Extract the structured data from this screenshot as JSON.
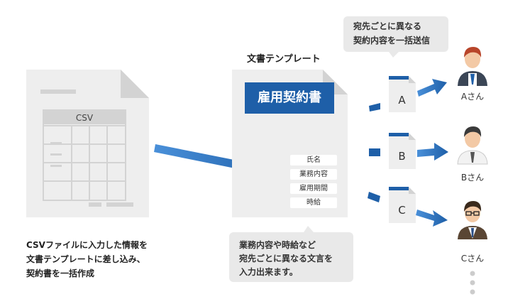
{
  "send_bubble": {
    "lines": [
      "宛先ごとに異なる",
      "契約内容を一括送信"
    ]
  },
  "template": {
    "title": "文書テンプレート",
    "contract_title": "雇用契約書",
    "fields": [
      "氏名",
      "業務内容",
      "雇用期間",
      "時給"
    ]
  },
  "csv": {
    "label": "CSV"
  },
  "description": {
    "lines": [
      "CSVファイルに入力した情報を",
      "文書テンプレートに差し込み、",
      "契約書を一括作成"
    ]
  },
  "input_bubble": {
    "lines": [
      "業務内容や時給など",
      "宛先ごとに異なる文言を",
      "入力出来ます。"
    ]
  },
  "outputs": [
    {
      "letter": "A",
      "recipient": "Aさん"
    },
    {
      "letter": "B",
      "recipient": "Bさん"
    },
    {
      "letter": "C",
      "recipient": "Cさん"
    }
  ],
  "colors": {
    "accent": "#1e5fa8",
    "doc": "#eeeeee",
    "bubble": "#e9e9e9"
  }
}
